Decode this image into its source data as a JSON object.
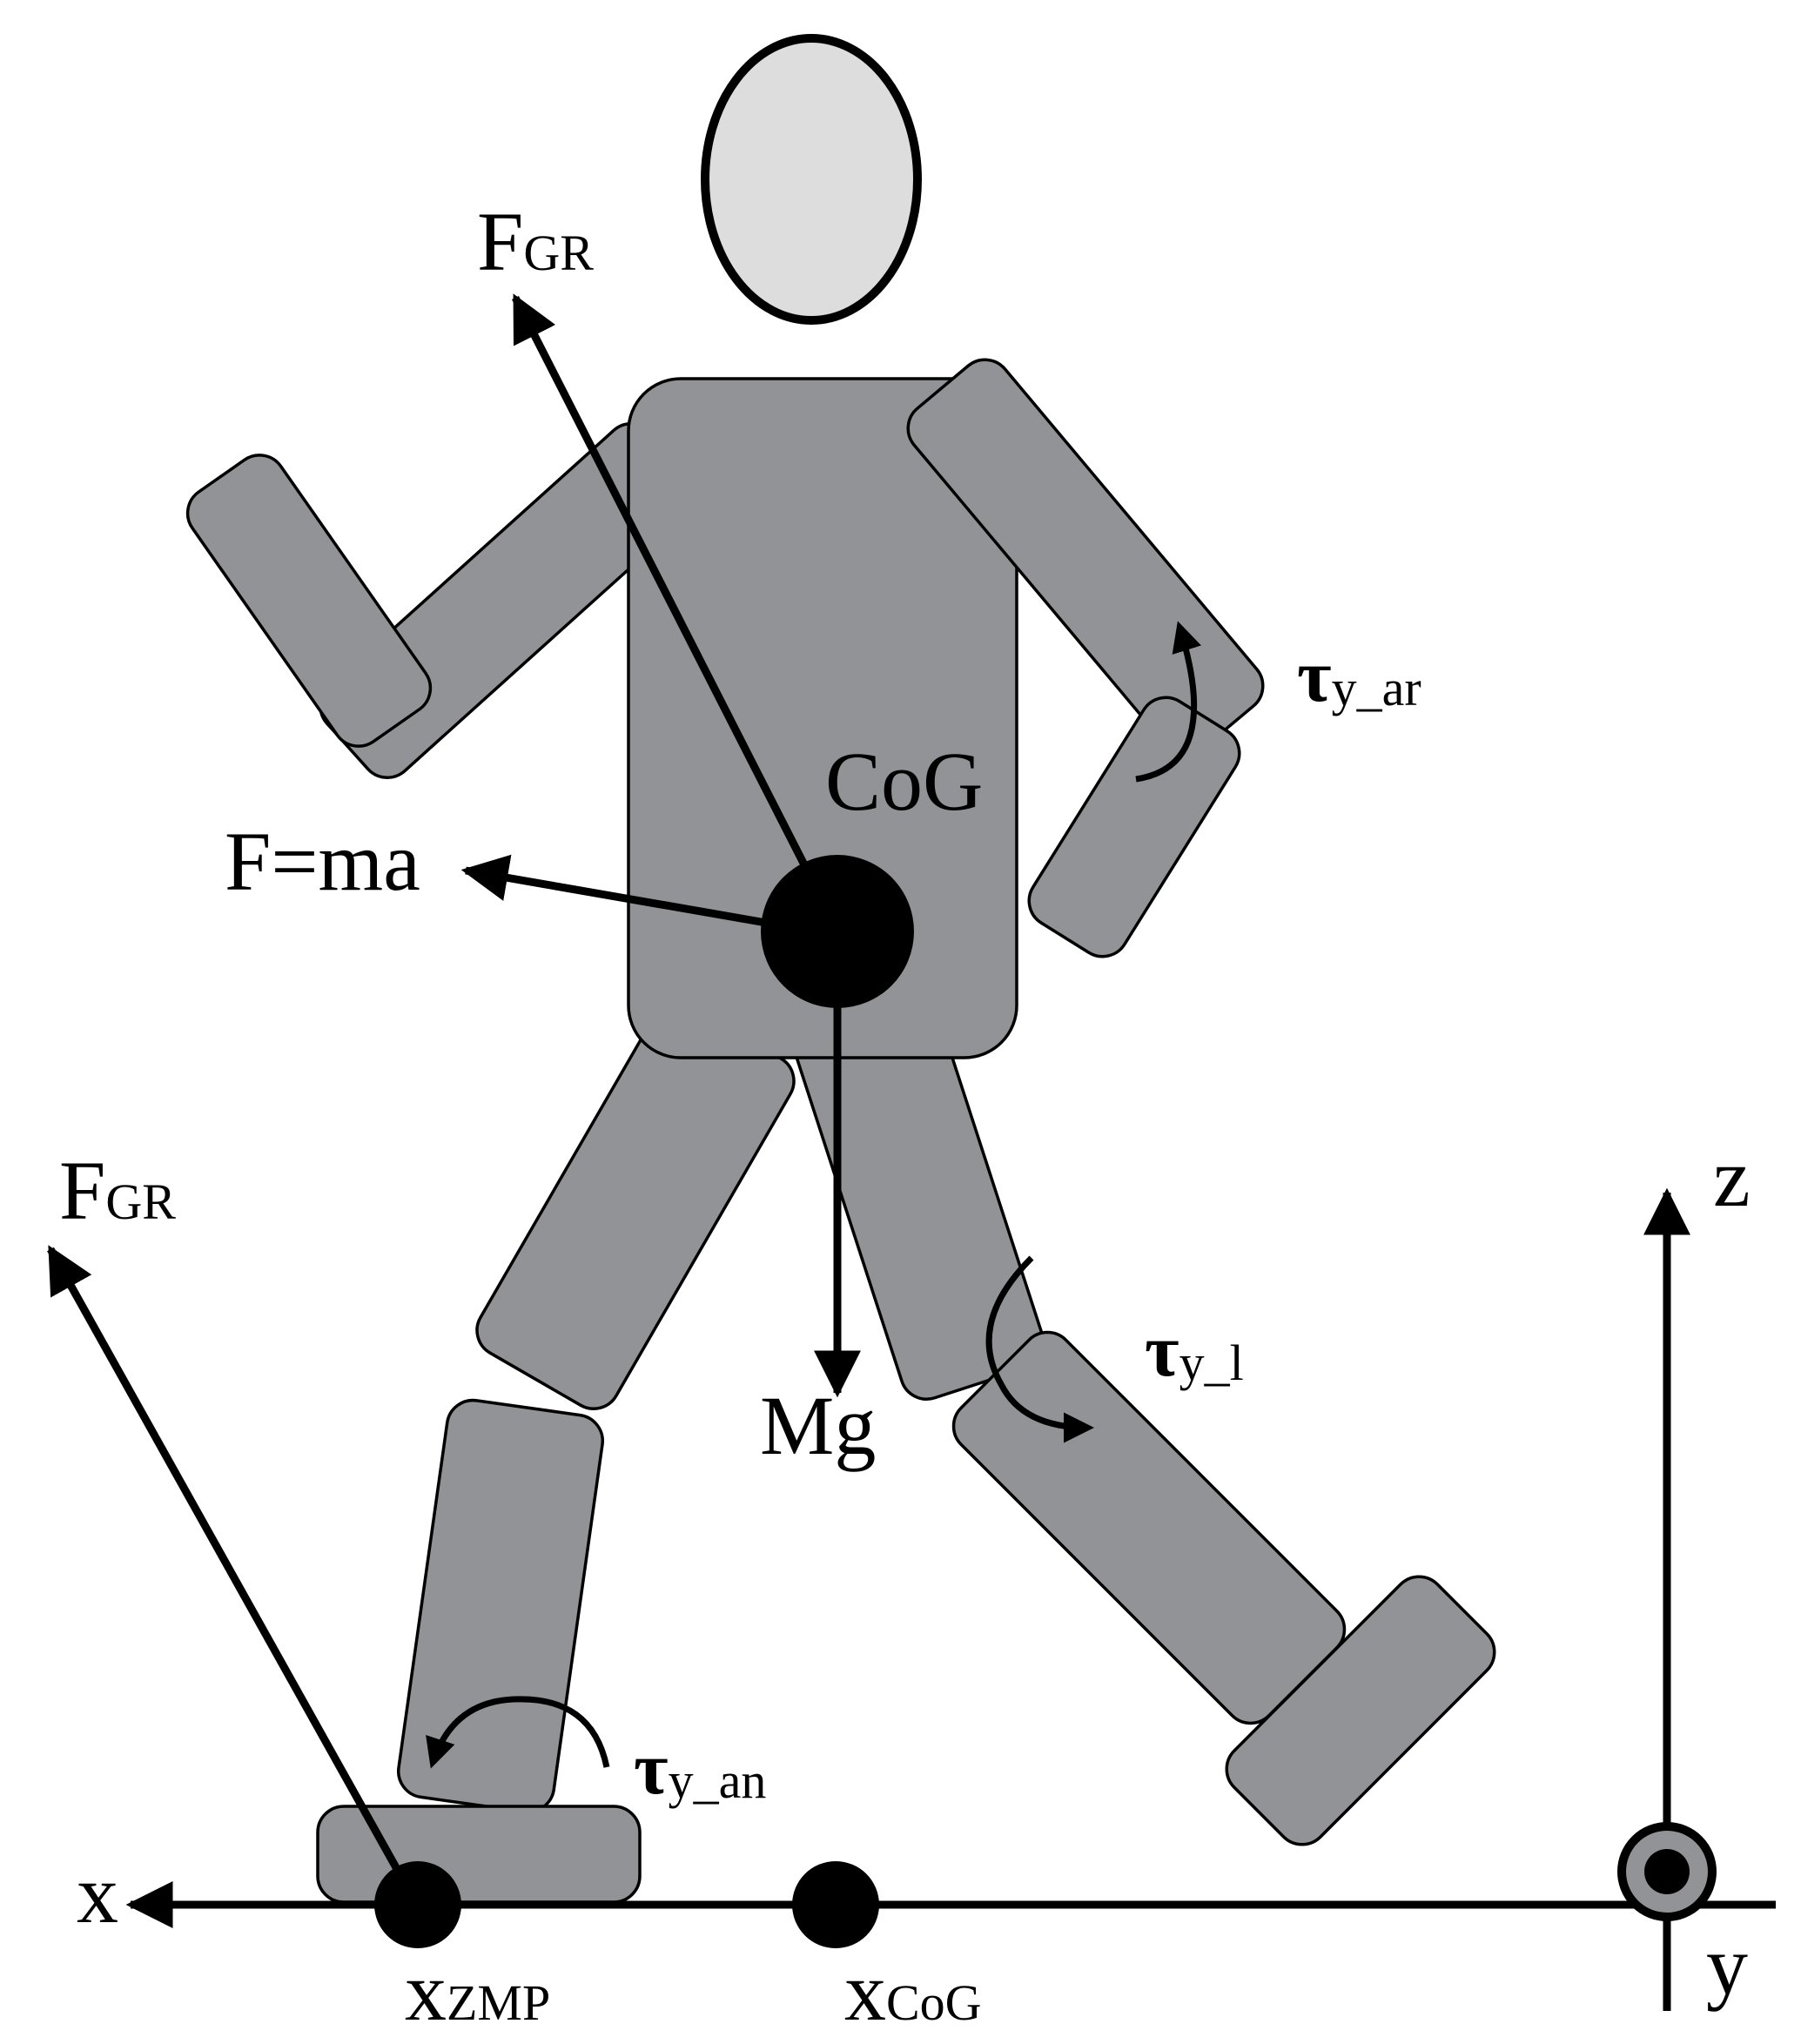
{
  "labels": {
    "fgr_upper": "F",
    "fgr_upper_sub": "GR",
    "fgr_lower": "F",
    "fgr_lower_sub": "GR",
    "cog": "CoG",
    "f_ma": "F=ma",
    "mg": "Mg",
    "tau_arm": "τ",
    "tau_arm_sub": "y_ar",
    "tau_knee": "τ",
    "tau_knee_sub": "y_l",
    "tau_ankle": "τ",
    "tau_ankle_sub": "y_an",
    "axis_x": "x",
    "axis_y": "y",
    "axis_z": "z",
    "x_zmp": "x",
    "x_zmp_sub": "ZMP",
    "x_cog": "x",
    "x_cog_sub": "CoG"
  },
  "colors": {
    "body": "#929396",
    "head": "#dcdddc",
    "ink": "#000000",
    "y_axis_ring": "#929396"
  },
  "icons": {
    "y_axis_marker": "out-of-page-dot-icon"
  }
}
